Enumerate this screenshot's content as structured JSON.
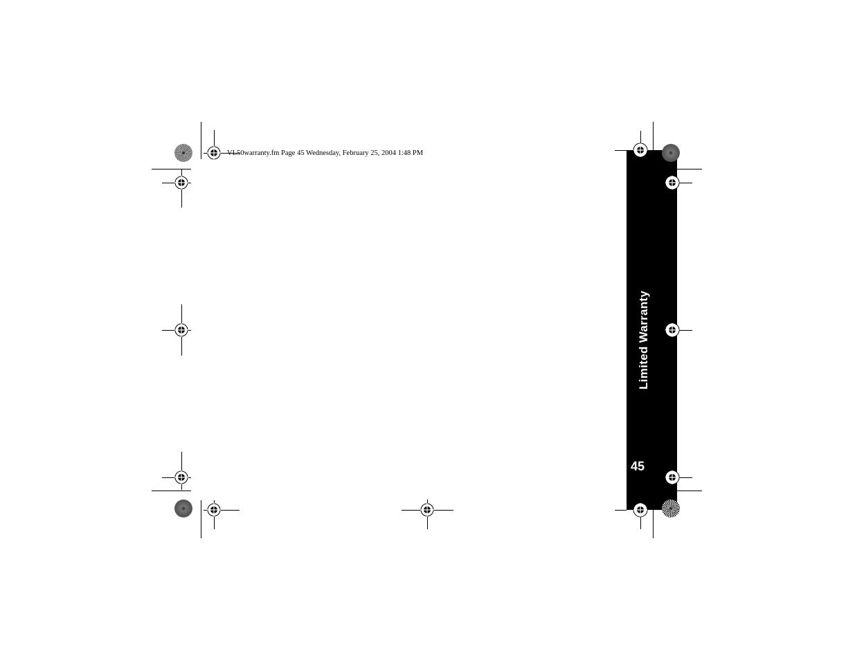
{
  "header": {
    "text": "VL50warranty.fm  Page 45  Wednesday, February 25, 2004  1:48 PM"
  },
  "side_tab": {
    "title": "Limited Warranty",
    "page_number": "45",
    "background": "#000000",
    "text_color": "#ffffff"
  },
  "icons": {
    "registration_mark": "registration-crosshair",
    "color_bar": "starburst-target"
  }
}
